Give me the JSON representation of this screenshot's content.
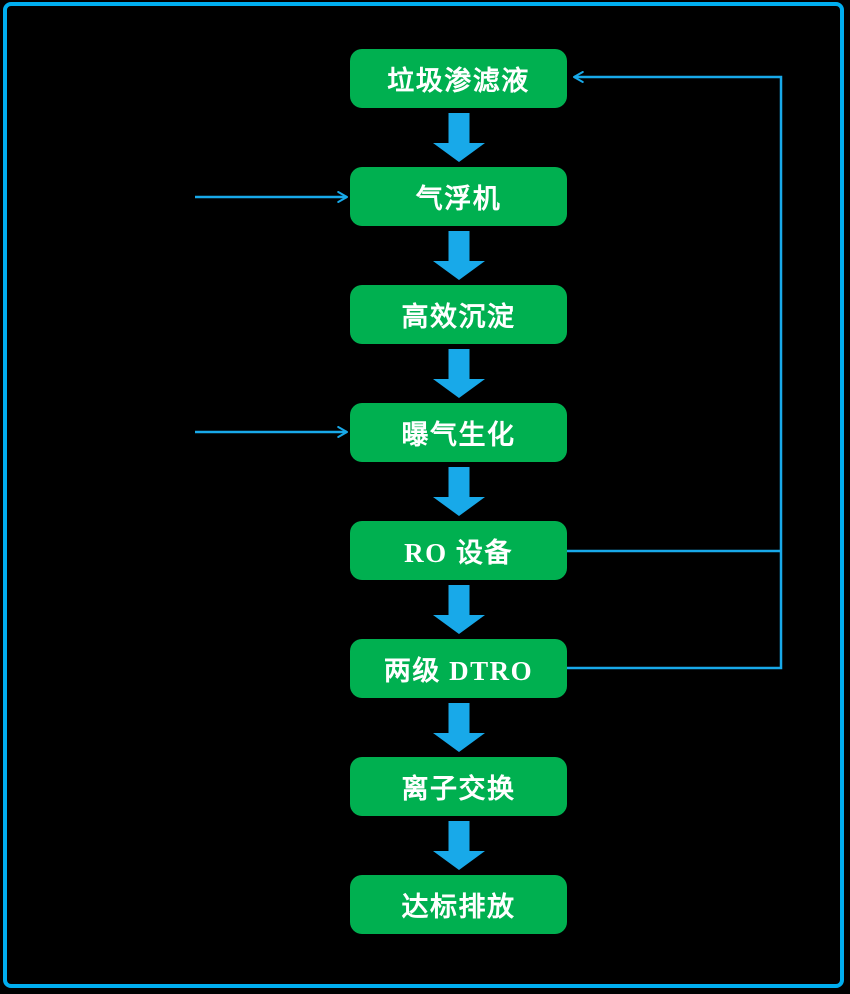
{
  "diagram": {
    "type": "process-flowchart",
    "subject": "垃圾渗滤液处理工艺流程",
    "nodes": [
      {
        "id": "landfill-leachate",
        "label": "垃圾渗滤液"
      },
      {
        "id": "air-flotation",
        "label": "气浮机"
      },
      {
        "id": "high-efficiency-sedimentation",
        "label": "高效沉淀"
      },
      {
        "id": "aeration-biochemical",
        "label": "曝气生化"
      },
      {
        "id": "ro-equipment",
        "label": "RO 设备"
      },
      {
        "id": "two-stage-dtro",
        "label": "两级 DTRO"
      },
      {
        "id": "ion-exchange",
        "label": "离子交换"
      },
      {
        "id": "standard-discharge",
        "label": "达标排放"
      }
    ],
    "flow_edges": [
      {
        "from": "垃圾渗滤液",
        "to": "气浮机",
        "style": "block-down-arrow"
      },
      {
        "from": "气浮机",
        "to": "高效沉淀",
        "style": "block-down-arrow"
      },
      {
        "from": "高效沉淀",
        "to": "曝气生化",
        "style": "block-down-arrow"
      },
      {
        "from": "曝气生化",
        "to": "RO 设备",
        "style": "block-down-arrow"
      },
      {
        "from": "RO 设备",
        "to": "两级 DTRO",
        "style": "block-down-arrow"
      },
      {
        "from": "两级 DTRO",
        "to": "离子交换",
        "style": "block-down-arrow"
      },
      {
        "from": "离子交换",
        "to": "达标排放",
        "style": "block-down-arrow"
      }
    ],
    "inlet_edges": [
      {
        "to": "气浮机",
        "from_side": "left",
        "style": "thin-arrow"
      },
      {
        "to": "曝气生化",
        "from_side": "left",
        "style": "thin-arrow"
      }
    ],
    "recycle_edges": [
      {
        "from": "RO 设备",
        "to": "垃圾渗滤液",
        "route": "right-side-return-loop",
        "style": "thin-arrow"
      },
      {
        "from": "两级 DTRO",
        "to": "垃圾渗滤液",
        "route": "right-side-return-loop",
        "style": "thin-arrow"
      }
    ],
    "colors": {
      "node_fill": "#00B050",
      "node_text": "#FFFFFF",
      "arrow": "#18A9E9",
      "frame_border": "#00AEEF",
      "background": "#000000"
    }
  }
}
